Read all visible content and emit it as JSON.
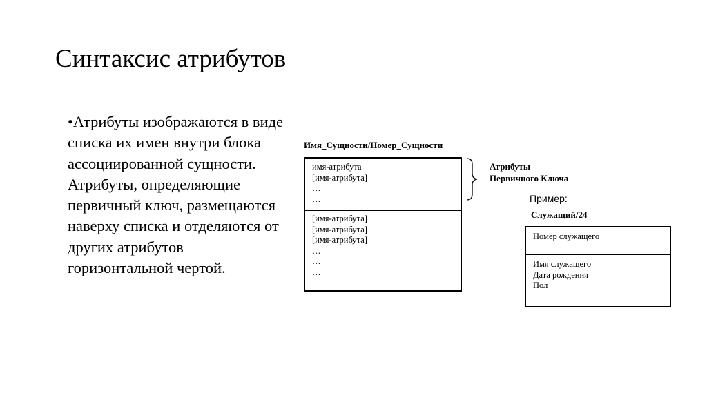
{
  "slide": {
    "title": "Синтаксис атрибутов",
    "body": "•Атрибуты изображаются в виде списка их имен внутри блока ассоциированной сущности. Атрибуты, определяющие первичный ключ, размещаются наверху списка и отделяются от других атрибутов горизонтальной чертой."
  },
  "diagram": {
    "entity_label": "Имя_Сущности/Номер_Сущности",
    "key_attributes": [
      "имя-атрибута",
      "[имя-атрибута]",
      "…",
      "…"
    ],
    "other_attributes": [
      "[имя-атрибута]",
      "[имя-атрибута]",
      "[имя-атрибута]",
      "…",
      "…",
      "…"
    ],
    "brace_label_line1": "Атрибуты",
    "brace_label_line2": "Первичного Ключа",
    "example_heading": "Пример:",
    "example_entity_label": "Служащий/24",
    "example_key_attributes": [
      "Номер служащего"
    ],
    "example_other_attributes": [
      "Имя служащего",
      "Дата рождения",
      "Пол"
    ]
  }
}
